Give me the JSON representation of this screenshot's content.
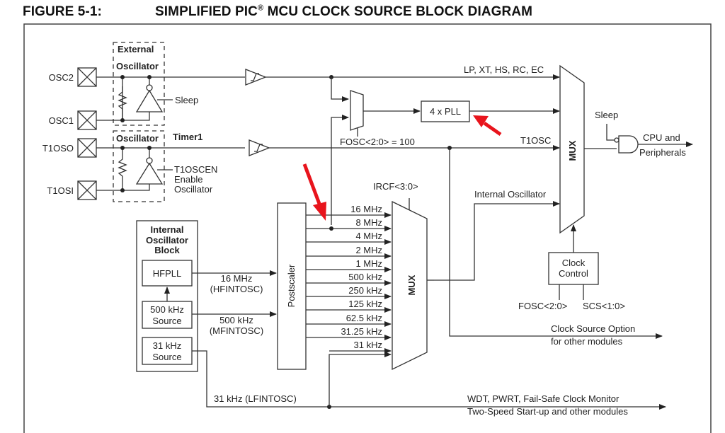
{
  "figure": {
    "number": "FIGURE 5-1:",
    "title_pre": "SIMPLIFIED PIC",
    "title_reg": "®",
    "title_post": " MCU CLOCK SOURCE BLOCK DIAGRAM"
  },
  "pins": {
    "osc2": "OSC2",
    "osc1": "OSC1",
    "t1oso": "T1OSO",
    "t1osi": "T1OSI"
  },
  "external_osc": {
    "label_line1": "External",
    "label_line2": "Oscillator",
    "sleep": "Sleep"
  },
  "timer1_osc": {
    "label_oscillator": "Oscillator",
    "label_timer1": "Timer1",
    "enable_line1": "T1OSCEN",
    "enable_line2": "Enable",
    "enable_line3": "Oscillator"
  },
  "primary_mux": {
    "input_ext": "LP, XT, HS, RC, EC",
    "input_t1": "T1OSC",
    "input_int": "Internal Oscillator",
    "label": "MUX",
    "pll_select": "FOSC<2:0> = 100",
    "pll": "4 x PLL"
  },
  "output_gate": {
    "sleep": "Sleep",
    "out_line1": "CPU and",
    "out_line2": "Peripherals"
  },
  "clock_control": {
    "line1": "Clock",
    "line2": "Control",
    "fosc": "FOSC<2:0>",
    "scs": "SCS<1:0>"
  },
  "internal_block": {
    "title_line1": "Internal",
    "title_line2": "Oscillator",
    "title_line3": "Block",
    "hfpll": "HFPLL",
    "src500_line1": "500 kHz",
    "src500_line2": "Source",
    "src31_line1": "31 kHz",
    "src31_line2": "Source",
    "hf_line1": "16 MHz",
    "hf_line2": "(HFINTOSC)",
    "mf_line1": "500 kHz",
    "mf_line2": "(MFINTOSC)",
    "lf": "31 kHz (LFINTOSC)"
  },
  "postscaler": {
    "label": "Postscaler"
  },
  "ircf_mux": {
    "select": "IRCF<3:0>",
    "label": "MUX",
    "inputs": [
      "16 MHz",
      "8 MHz",
      "4 MHz",
      "2 MHz",
      "1 MHz",
      "500 kHz",
      "250 kHz",
      "125 kHz",
      "62.5 kHz",
      "31.25 kHz",
      "31 kHz"
    ]
  },
  "outputs": {
    "cso_line1": "Clock Source Option",
    "cso_line2": "for other modules",
    "wdt_line1": "WDT, PWRT, Fail-Safe Clock Monitor",
    "wdt_line2": "Two-Speed Start-up and other modules"
  },
  "annotations": {
    "arrow_color": "#e8141c",
    "arrow_targets": [
      "4 x PLL",
      "8 MHz"
    ]
  }
}
